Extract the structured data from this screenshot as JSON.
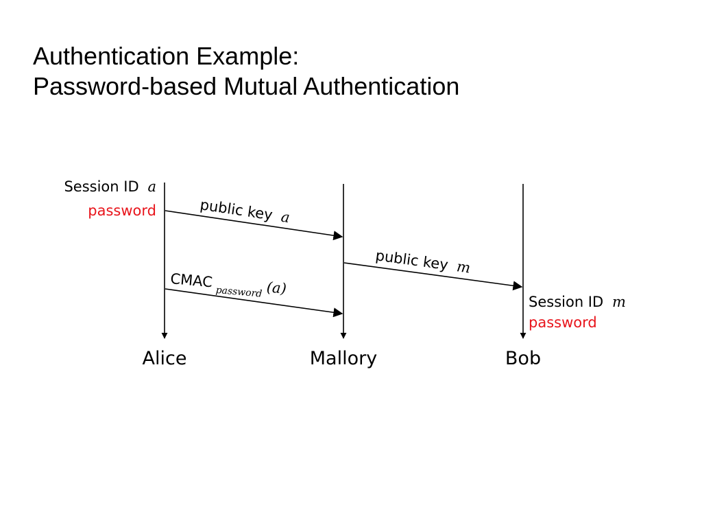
{
  "slide": {
    "title_line1": "Authentication Example:",
    "title_line2": "Password-based Mutual Authentication"
  },
  "colors": {
    "text": "#000000",
    "highlight": "#e8141b"
  },
  "diagram": {
    "actors": {
      "alice": "Alice",
      "mallory": "Mallory",
      "bob": "Bob"
    },
    "alice_state": {
      "session_label": "Session ID",
      "session_var": "a",
      "secret": "password"
    },
    "bob_state": {
      "session_label": "Session ID",
      "session_var": "m",
      "secret": "password"
    },
    "messages": {
      "alice_to_mallory": {
        "text": "public key",
        "var": "a"
      },
      "mallory_to_bob": {
        "text": "public key",
        "var": "m"
      },
      "alice_mac": {
        "func": "CMAC",
        "subscript": "password",
        "arg_open": "(",
        "arg": "a",
        "arg_close": ")"
      }
    }
  }
}
